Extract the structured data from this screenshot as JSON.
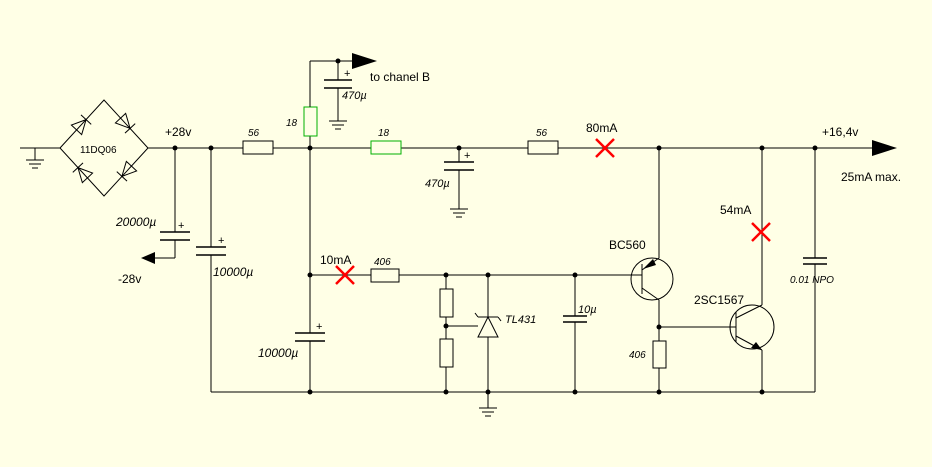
{
  "labels": {
    "bridge": "11DQ06",
    "pos28": "+28v",
    "neg28": "-28v",
    "c_20000": "20000µ",
    "c_10000a": "10000µ",
    "c_10000b": "10000µ",
    "r56a": "56",
    "r18v": "18",
    "r18h": "18",
    "r56b": "56",
    "c470a": "470µ",
    "to_chanel": "to chanel B",
    "c470b": "470µ",
    "i80": "80mA",
    "out_v": "+16,4v",
    "out_i": "25mA max.",
    "i54": "54mA",
    "i10": "10mA",
    "r406a": "406",
    "tl431": "TL431",
    "c10": "10µ",
    "bc560": "BC560",
    "q2": "2SC1567",
    "r406b": "406",
    "c001": "0.01 NPO",
    "plus": "+"
  },
  "colors": {
    "background": "#ffffe6",
    "wire": "#000000",
    "highlighted_resistor": "#00b000",
    "measurement_mark": "#ff0000"
  }
}
